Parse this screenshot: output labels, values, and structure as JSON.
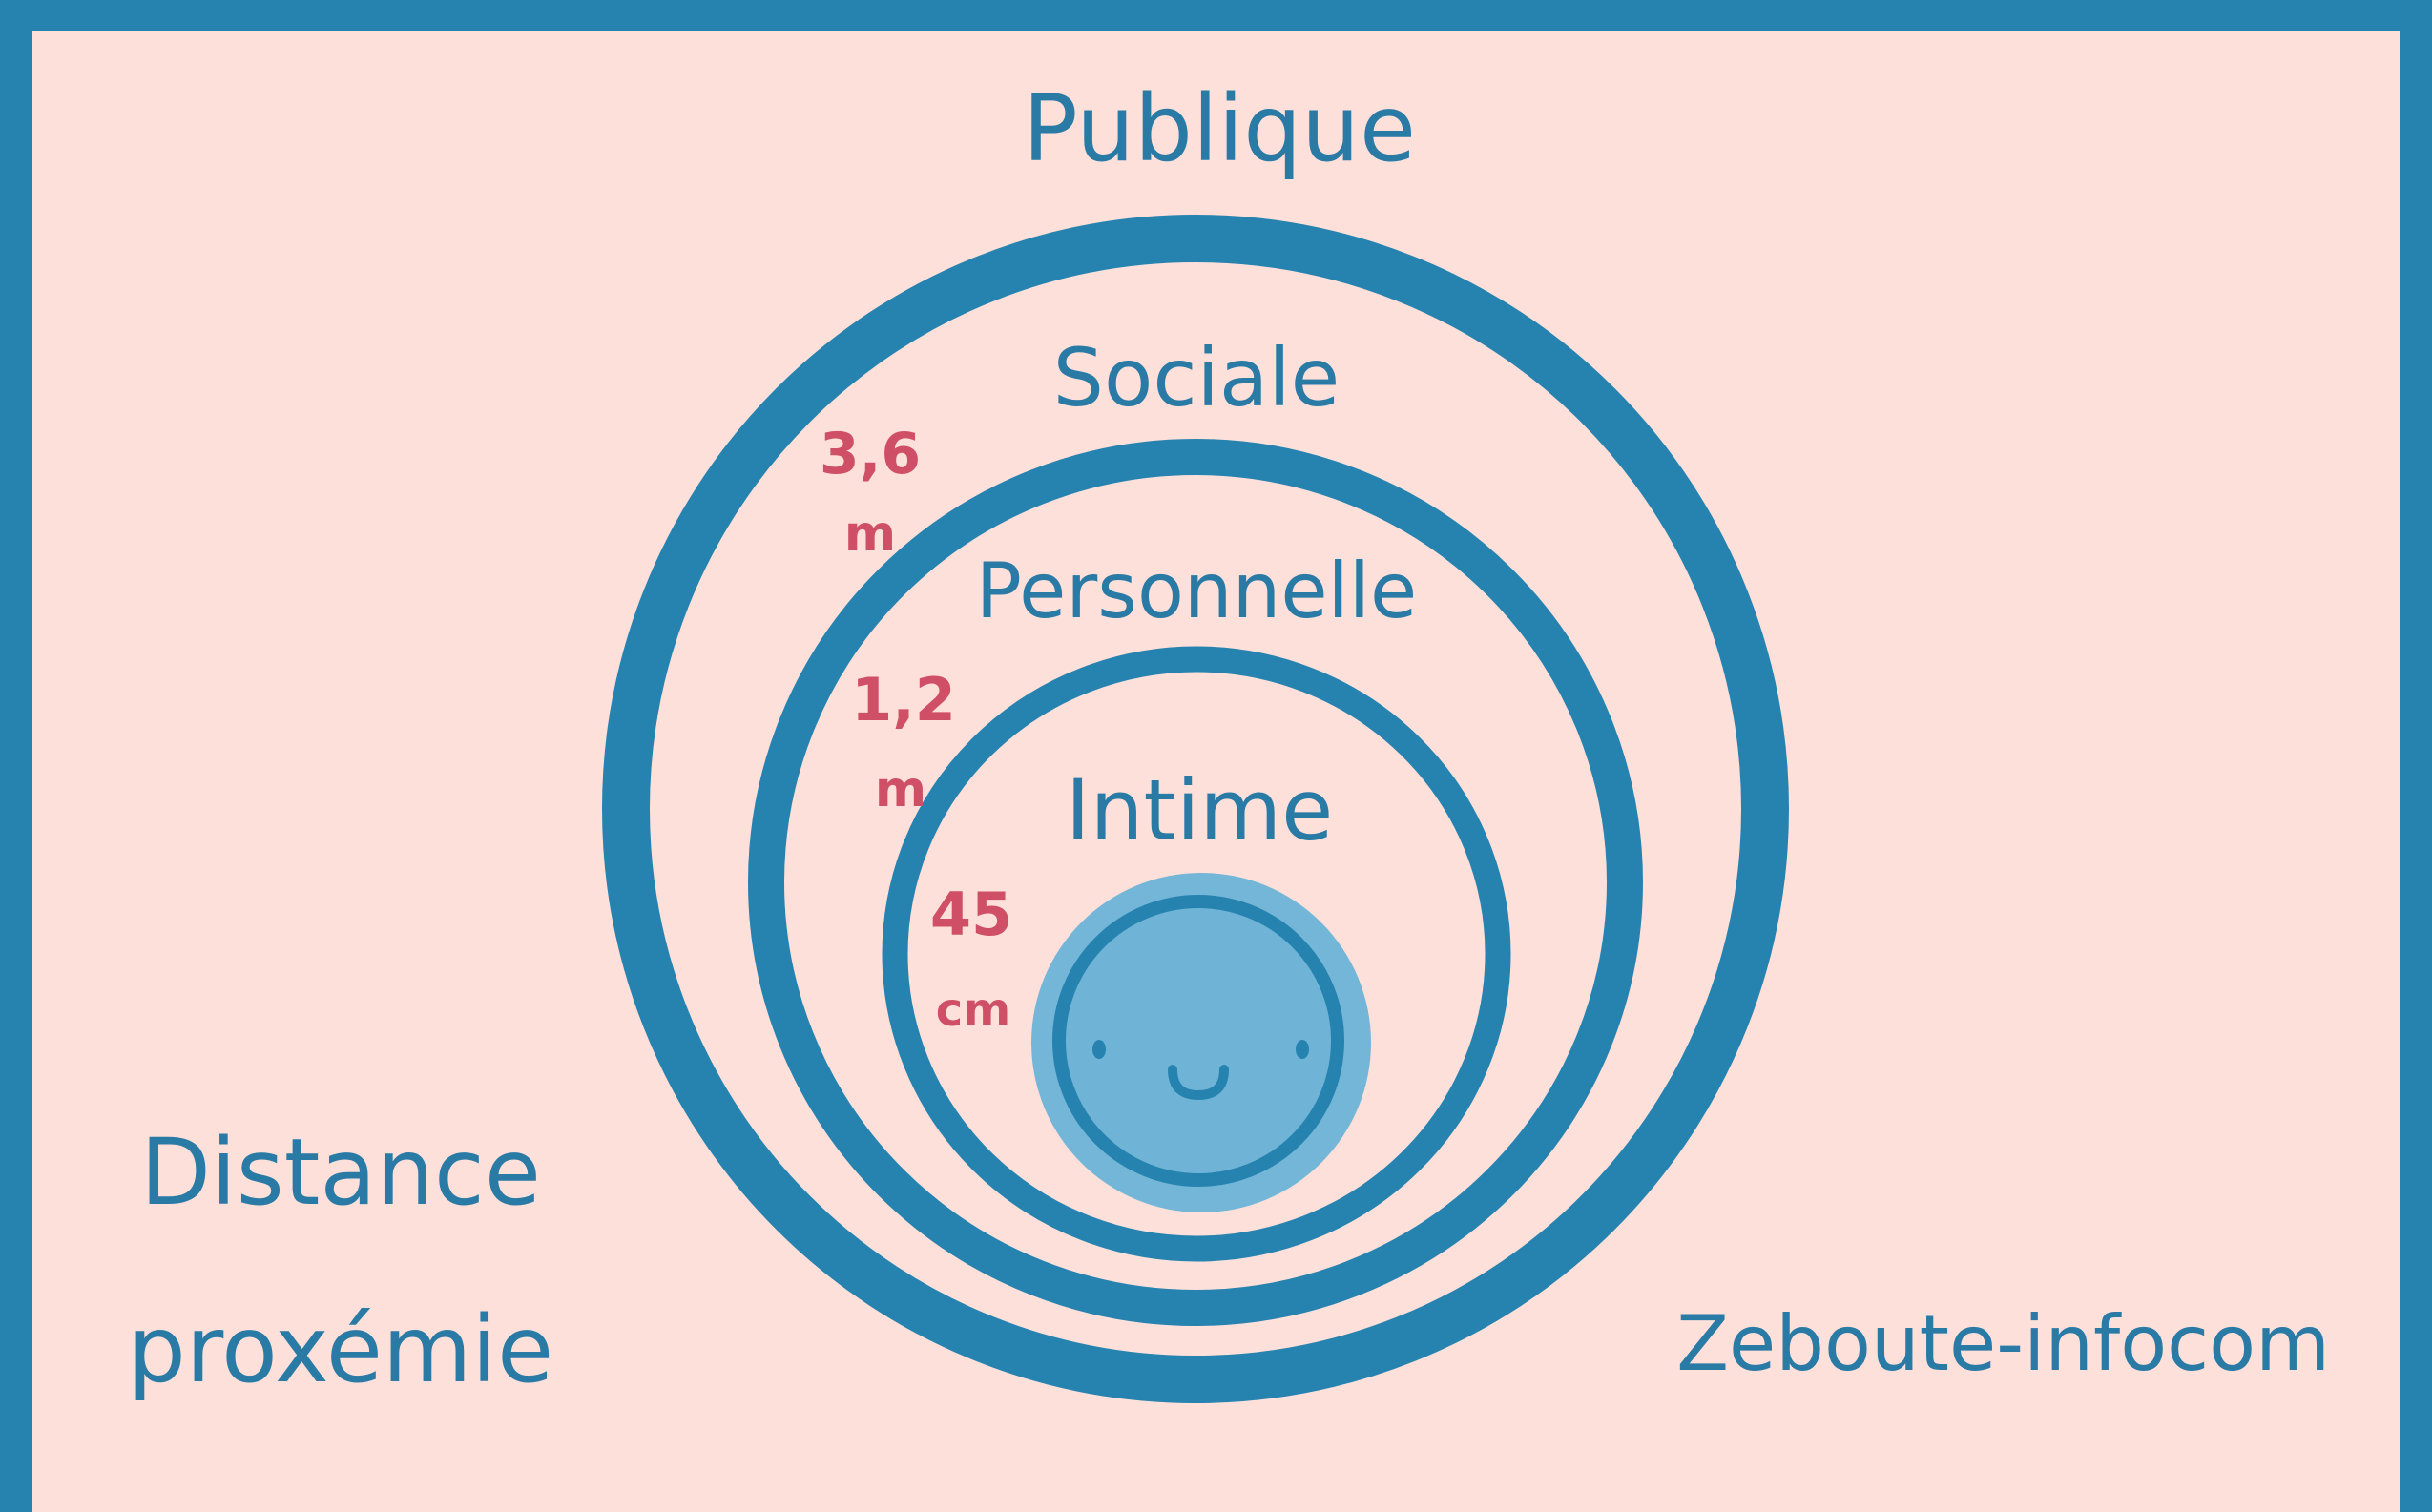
{
  "title": {
    "line1": "Distance",
    "line2": "proxémie"
  },
  "credit": "Zeboute-infocom",
  "zones": {
    "publique": "Publique",
    "sociale": "Sociale",
    "personnelle": "Personnelle",
    "intime": "Intime"
  },
  "distances": {
    "sociale": {
      "value": "3,6",
      "unit": "m"
    },
    "personnelle": {
      "value": "1,2",
      "unit": "m"
    },
    "intime": {
      "value": "45",
      "unit": "cm"
    }
  },
  "colors": {
    "frame": "#2683b0",
    "background": "#fde0da",
    "ring": "#2683b0",
    "label": "#2a7aa6",
    "distance": "#cf5066",
    "face_outer": "#74b6d8",
    "face_inner": "#6fb3d6"
  },
  "icons": {
    "center": "smiley-face-icon"
  }
}
